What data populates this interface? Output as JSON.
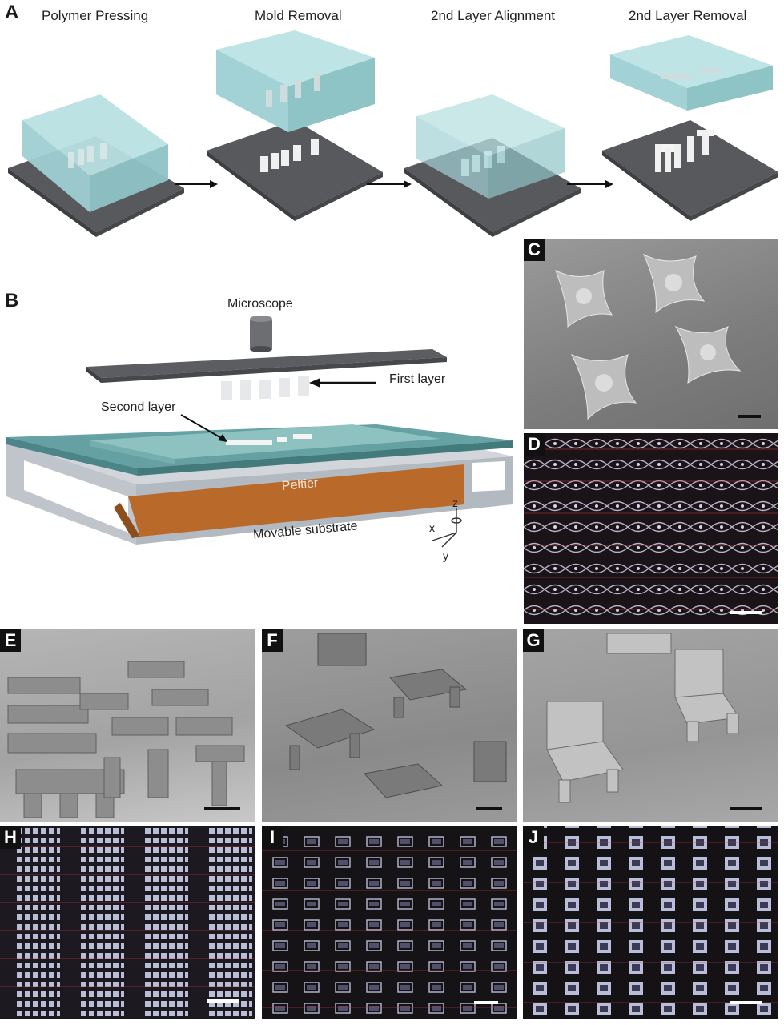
{
  "panel_a": {
    "label": "A",
    "steps": [
      "Polymer Pressing",
      "Mold Removal",
      "2nd Layer Alignment",
      "2nd Layer Removal"
    ]
  },
  "panel_b": {
    "label": "B",
    "microscope": "Microscope",
    "first_layer": "First layer",
    "second_layer": "Second layer",
    "peltier": "Peltier",
    "movable_substrate": "Movable substrate",
    "axis_z": "z",
    "axis_x": "x",
    "axis_y": "y"
  },
  "panel_labels": [
    "C",
    "D",
    "E",
    "F",
    "G",
    "H",
    "I",
    "J"
  ],
  "colors": {
    "mold": "#a8d6d8",
    "substrate": "#5a5b5e",
    "glass": "#5f9ea0",
    "peltier": "#b96a2a",
    "frame": "#c7ccd2"
  }
}
